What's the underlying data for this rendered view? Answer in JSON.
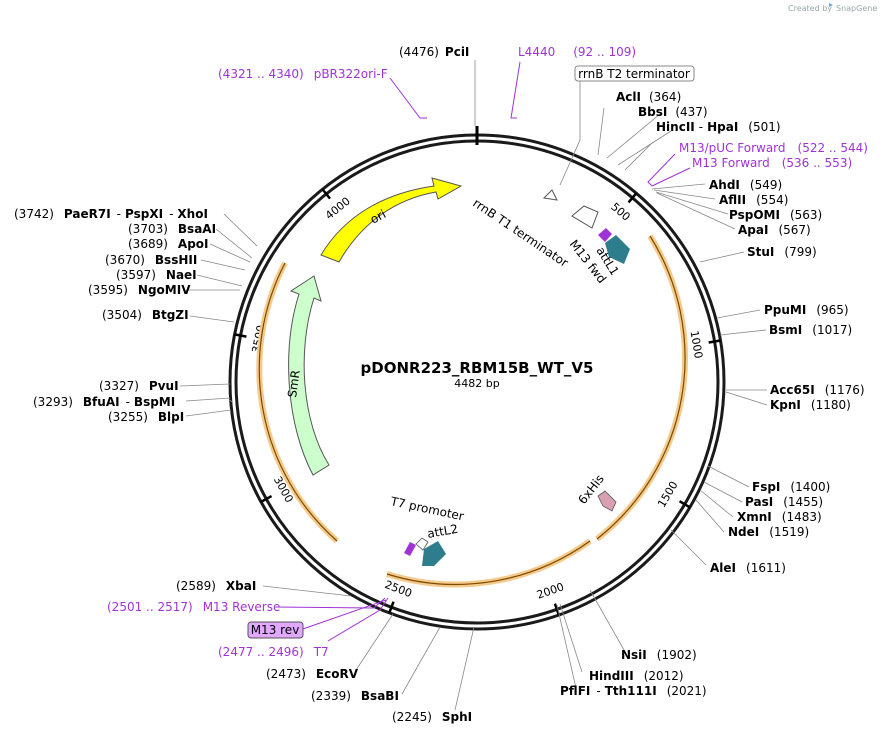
{
  "credit": {
    "created_by": "Created by",
    "app": "SnapGene"
  },
  "plasmid": {
    "name": "pDONR223_RBM15B_WT_V5",
    "length": "4482 bp"
  },
  "ticks": [
    "500",
    "1000",
    "1500",
    "2000",
    "2500",
    "3000",
    "3500",
    "4000"
  ],
  "features": {
    "ori": "ori",
    "smr": "SmR",
    "rrnb_t1": "rrnB T1 terminator",
    "m13fwd": "M13 fwd",
    "attl1": "attL1",
    "his6": "6xHis",
    "t7prom": "T7 promoter",
    "attl2": "attL2"
  },
  "sites": [
    {
      "pos": "(4476)",
      "name": "PciI"
    },
    {
      "pos": "(364)",
      "name": "AclI"
    },
    {
      "pos": "(437)",
      "name": "BbsI"
    },
    {
      "pos": "(501)",
      "name": "HincII",
      "name2": "HpaI"
    },
    {
      "pos": "(549)",
      "name": "AhdI"
    },
    {
      "pos": "(554)",
      "name": "AflII"
    },
    {
      "pos": "(563)",
      "name": "PspOMI"
    },
    {
      "pos": "(567)",
      "name": "ApaI"
    },
    {
      "pos": "(799)",
      "name": "StuI"
    },
    {
      "pos": "(965)",
      "name": "PpuMI"
    },
    {
      "pos": "(1017)",
      "name": "BsmI"
    },
    {
      "pos": "(1176)",
      "name": "Acc65I"
    },
    {
      "pos": "(1180)",
      "name": "KpnI"
    },
    {
      "pos": "(1400)",
      "name": "FspI"
    },
    {
      "pos": "(1455)",
      "name": "PasI"
    },
    {
      "pos": "(1483)",
      "name": "XmnI"
    },
    {
      "pos": "(1519)",
      "name": "NdeI"
    },
    {
      "pos": "(1611)",
      "name": "AleI"
    },
    {
      "pos": "(1902)",
      "name": "NsiI"
    },
    {
      "pos": "(2012)",
      "name": "HindIII"
    },
    {
      "pos": "(2021)",
      "name": "PflFI",
      "name2": "Tth111I"
    },
    {
      "pos": "(2245)",
      "name": "SphI"
    },
    {
      "pos": "(2339)",
      "name": "BsaBI"
    },
    {
      "pos": "(2473)",
      "name": "EcoRV"
    },
    {
      "pos": "(2589)",
      "name": "XbaI"
    },
    {
      "pos": "(3255)",
      "name": "BlpI"
    },
    {
      "pos": "(3293)",
      "name": "BfuAI",
      "name2": "BspMI"
    },
    {
      "pos": "(3327)",
      "name": "PvuI"
    },
    {
      "pos": "(3504)",
      "name": "BtgZI"
    },
    {
      "pos": "(3595)",
      "name": "NgoMIV"
    },
    {
      "pos": "(3597)",
      "name": "NaeI"
    },
    {
      "pos": "(3670)",
      "name": "BssHII"
    },
    {
      "pos": "(3689)",
      "name": "ApoI"
    },
    {
      "pos": "(3703)",
      "name": "BsaAI"
    },
    {
      "pos": "(3742)",
      "name": "PaeR7I",
      "name2": "PspXI",
      "name3": "XhoI"
    }
  ],
  "primers": [
    {
      "range": "(92 .. 109)",
      "name": "L4440"
    },
    {
      "range": "(4321 .. 4340)",
      "name": "pBR322ori-F"
    },
    {
      "range": "(522 .. 544)",
      "name": "M13/pUC Forward"
    },
    {
      "range": "(536 .. 553)",
      "name": "M13 Forward"
    },
    {
      "range": "(2501 .. 2517)",
      "name": "M13 Reverse"
    },
    {
      "range": "(2477 .. 2496)",
      "name": "T7"
    }
  ],
  "boxed": {
    "rrnb_t2": "rrnB T2 terminator",
    "m13rev": "M13 rev"
  },
  "colors": {
    "backbone": "#1a1a1a",
    "primer": "#a033d6",
    "ori": "#ffff00",
    "smr": "#ccffcc",
    "orf_highlight": "#f5c98a",
    "att": "#2e7d8c",
    "his": "#d8a0b0",
    "m13rev_box": "#e0a8ff"
  }
}
